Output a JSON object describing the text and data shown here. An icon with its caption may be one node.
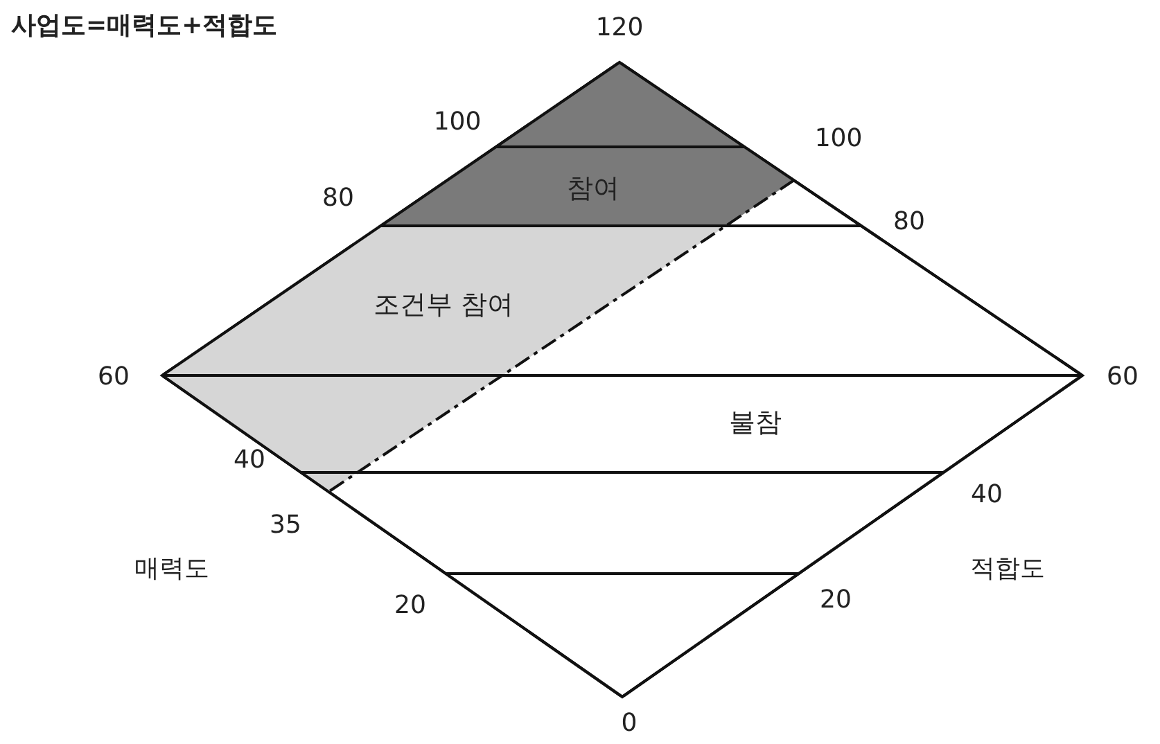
{
  "diagram": {
    "title": "사업도=매력도+적합도",
    "nodes": [
      {
        "text": [
          "참여"
        ],
        "in": 2
      },
      {
        "text": [
          "조건부 참여"
        ],
        "in": 2
      },
      {
        "text": [
          "불참"
        ]
      }
    ],
    "labels": [
      "120",
      "100",
      "100",
      "80",
      "80",
      "60",
      "60",
      "40",
      "40",
      "35",
      "매력도",
      "적합도",
      "20",
      "20",
      "0"
    ]
  }
}
